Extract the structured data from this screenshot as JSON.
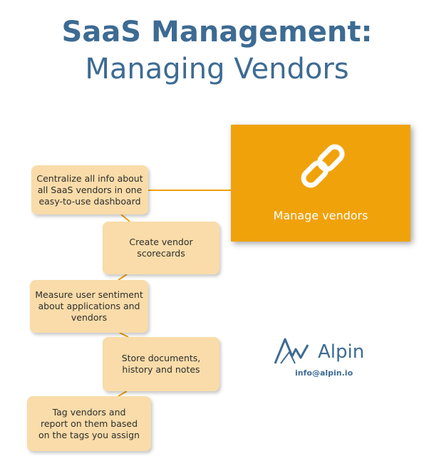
{
  "title": {
    "line1": "SaaS Management:",
    "line2": "Managing Vendors"
  },
  "hero": {
    "label": "Manage vendors",
    "icon": "link-chain-icon",
    "color": "#f0a20a"
  },
  "steps": [
    {
      "text": "Centralize all info about\nall SaaS vendors in one\neasy-to-use dashboard"
    },
    {
      "text": "Create vendor\nscorecards"
    },
    {
      "text": "Measure user sentiment\nabout applications and\nvendors"
    },
    {
      "text": "Store documents,\nhistory and notes"
    },
    {
      "text": "Tag vendors and\nreport on them based\non the tags you assign"
    }
  ],
  "brand": {
    "name": "Alpin",
    "email": "info@alpin.io",
    "icon": "alpin-mountain-logo"
  },
  "colors": {
    "title": "#3d6b93",
    "box": "#f9dca9",
    "connector": "#f0a20a"
  }
}
